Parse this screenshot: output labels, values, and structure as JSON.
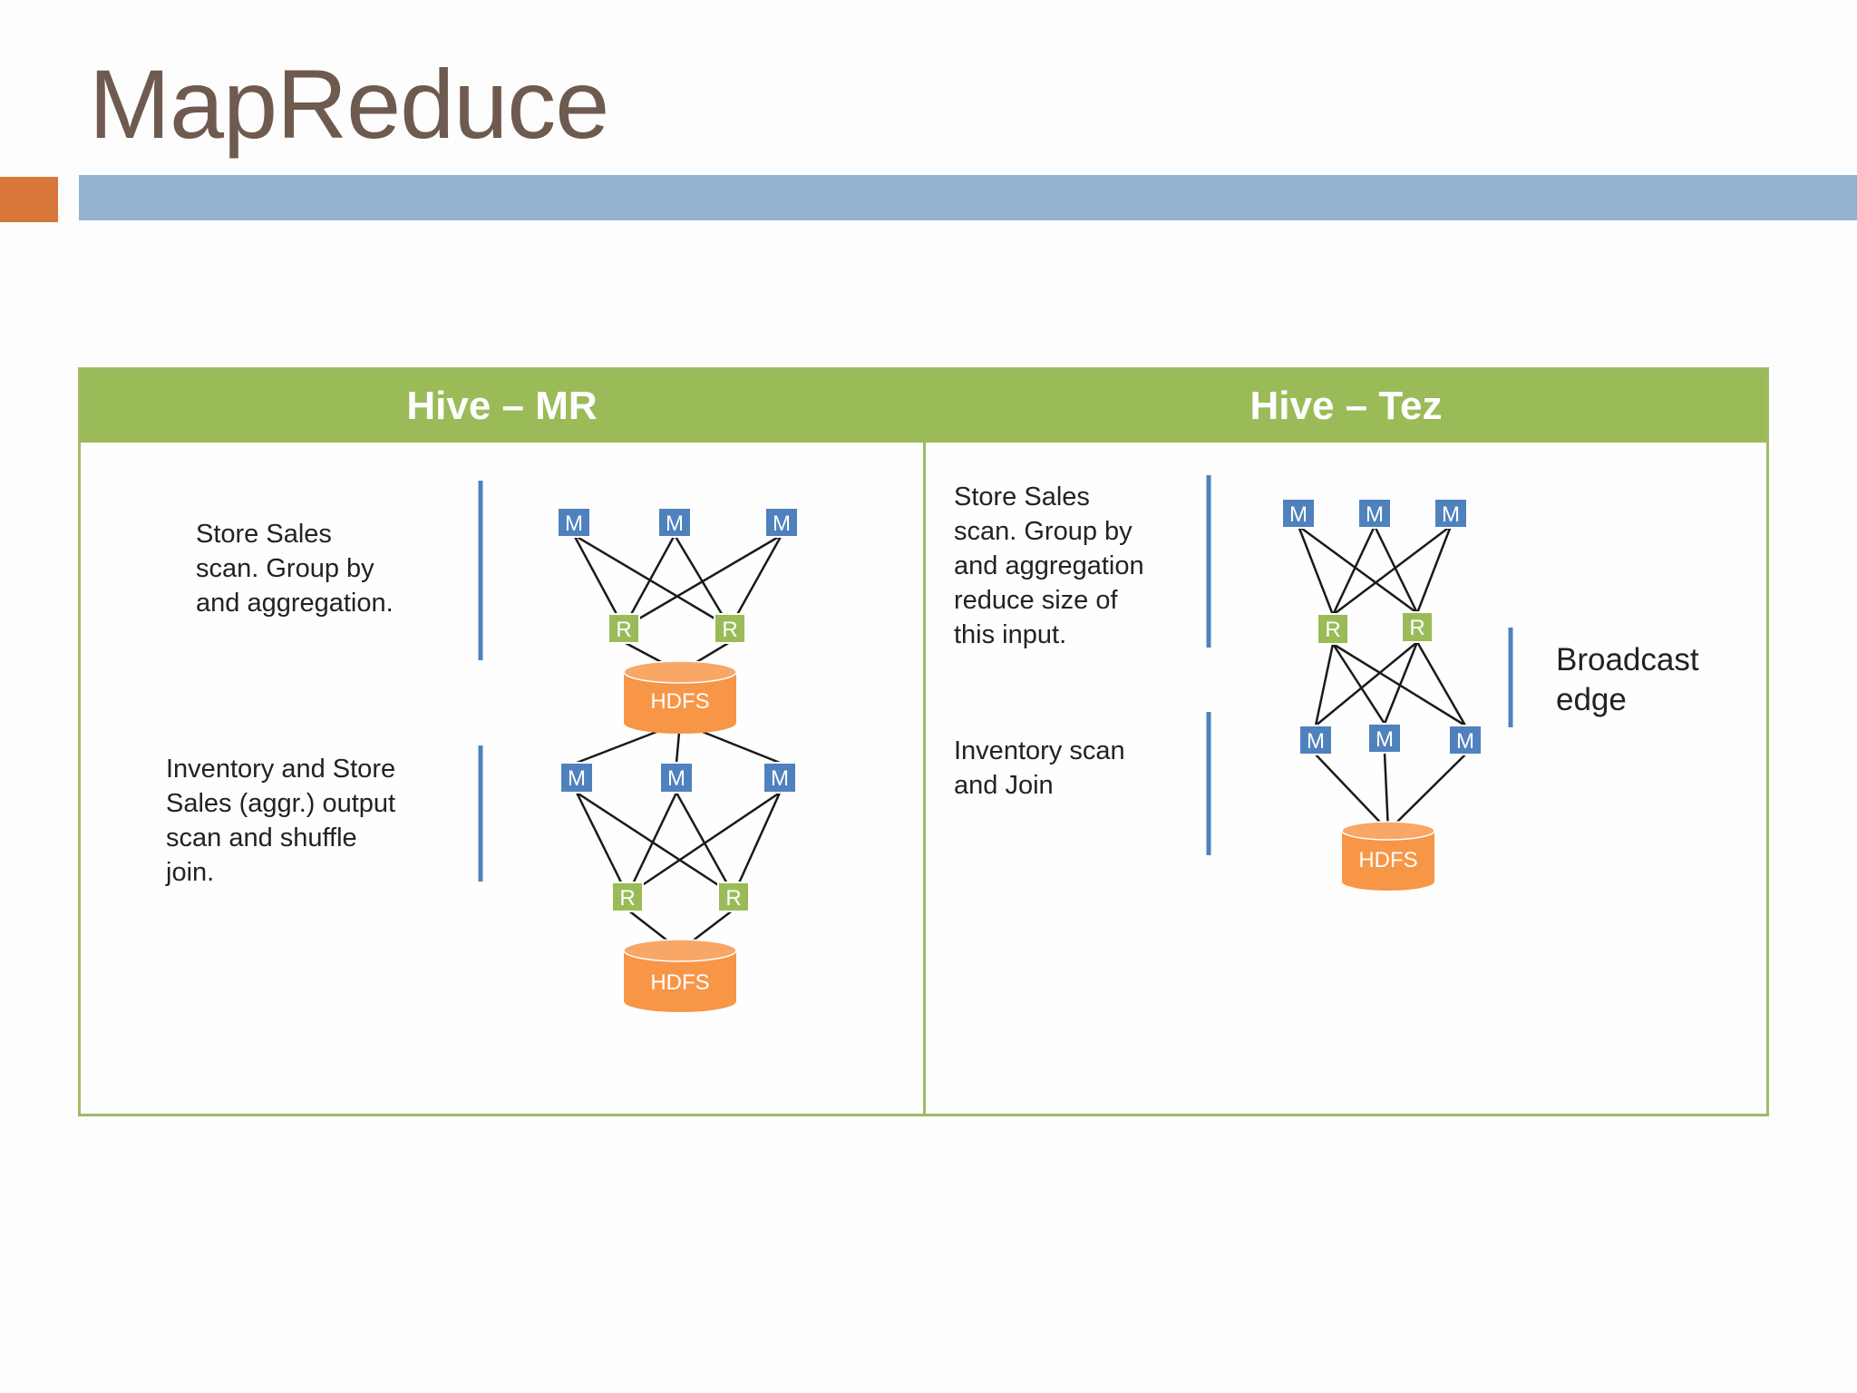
{
  "slide": {
    "title": "MapReduce"
  },
  "colors": {
    "title_text": "#6f5a50",
    "accent_orange": "#d9773a",
    "title_bar_blue": "#93b3d0",
    "table_green": "#9bbb59",
    "map_node_blue": "#4f81bd",
    "reduce_node_green": "#9bbb59",
    "hdfs_orange": "#f79646",
    "section_rule_blue": "#4f81bd"
  },
  "table": {
    "left_header": "Hive – MR",
    "right_header": "Hive – Tez"
  },
  "hive_mr": {
    "caption_top": "Store Sales\nscan. Group by\nand aggregation.",
    "caption_bottom": "Inventory and Store\nSales (aggr.) output\nscan and shuffle\njoin.",
    "stage1_maps": [
      "M",
      "M",
      "M"
    ],
    "stage1_reducers": [
      "R",
      "R"
    ],
    "stage1_storage": "HDFS",
    "stage2_maps": [
      "M",
      "M",
      "M"
    ],
    "stage2_reducers": [
      "R",
      "R"
    ],
    "stage2_storage": "HDFS"
  },
  "hive_tez": {
    "caption_top": "Store Sales\nscan. Group by\nand aggregation\nreduce size of\nthis input.",
    "caption_bottom": "Inventory scan\nand Join",
    "caption_side": "Broadcast\nedge",
    "maps_top": [
      "M",
      "M",
      "M"
    ],
    "reducers": [
      "R",
      "R"
    ],
    "maps_bottom": [
      "M",
      "M",
      "M"
    ],
    "storage": "HDFS"
  }
}
